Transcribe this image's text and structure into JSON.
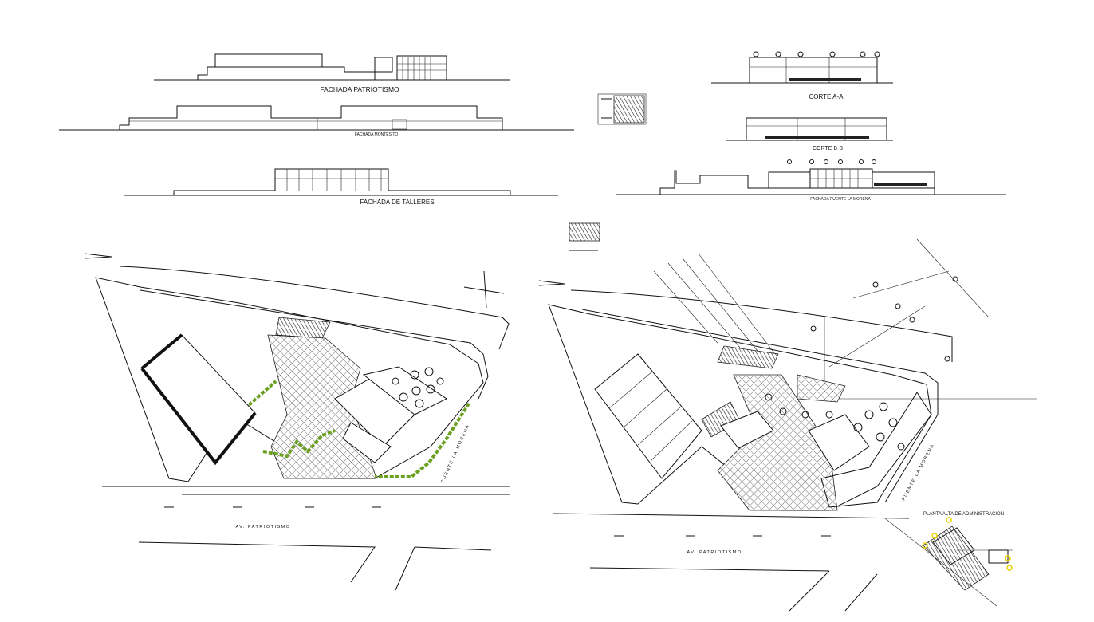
{
  "drawing": {
    "elevations": {
      "fachada_patriotismo": "FACHADA PATRIOTISMO",
      "fachada_montesito": "FACHADA MONTESITO",
      "fachada_talleres": "FACHADA DE TALLERES",
      "fachada_puente": "FACHADA PUENTE LA MORENA"
    },
    "sections": {
      "corte_a": "CORTE A-A",
      "corte_b": "CORTE B-B"
    },
    "plans": {
      "street_left": "AV. PATRIOTISMO",
      "street_right": "AV. PATRIOTISMO",
      "side_street_left": "PUENTE LA MORENA",
      "side_street_right": "PUENTE LA MORENA",
      "admin_label": "PLANTA ALTA DE ADMINISTRACION"
    },
    "colors": {
      "linework": "#111111",
      "planting": "#6aa121",
      "highlight": "#e6d200",
      "background": "#ffffff"
    }
  }
}
